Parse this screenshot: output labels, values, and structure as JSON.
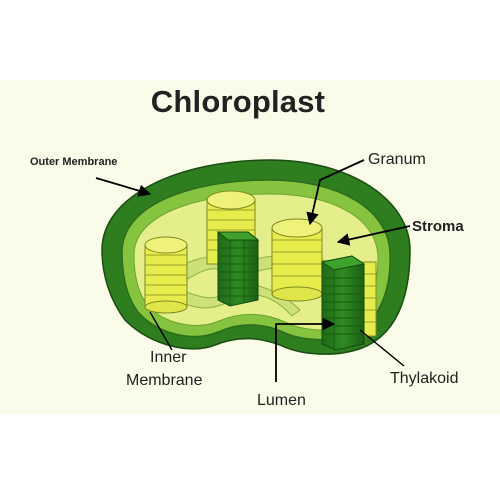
{
  "title": "Chloroplast",
  "labels": {
    "outer_membrane": "Outer Membrane",
    "granum": "Granum",
    "stroma": "Stroma",
    "inner_membrane_line1": "Inner",
    "inner_membrane_line2": "Membrane",
    "lumen": "Lumen",
    "thylakoid": "Thylakoid"
  },
  "colors": {
    "background": "#fbfbe9",
    "outer_membrane": "#2e7d1f",
    "inner_membrane": "#7ec23a",
    "stroma": "#e3ef8a",
    "thylakoid": "#e6ec4c",
    "granum_cut": "#2f8a22",
    "arrow": "#000000"
  }
}
